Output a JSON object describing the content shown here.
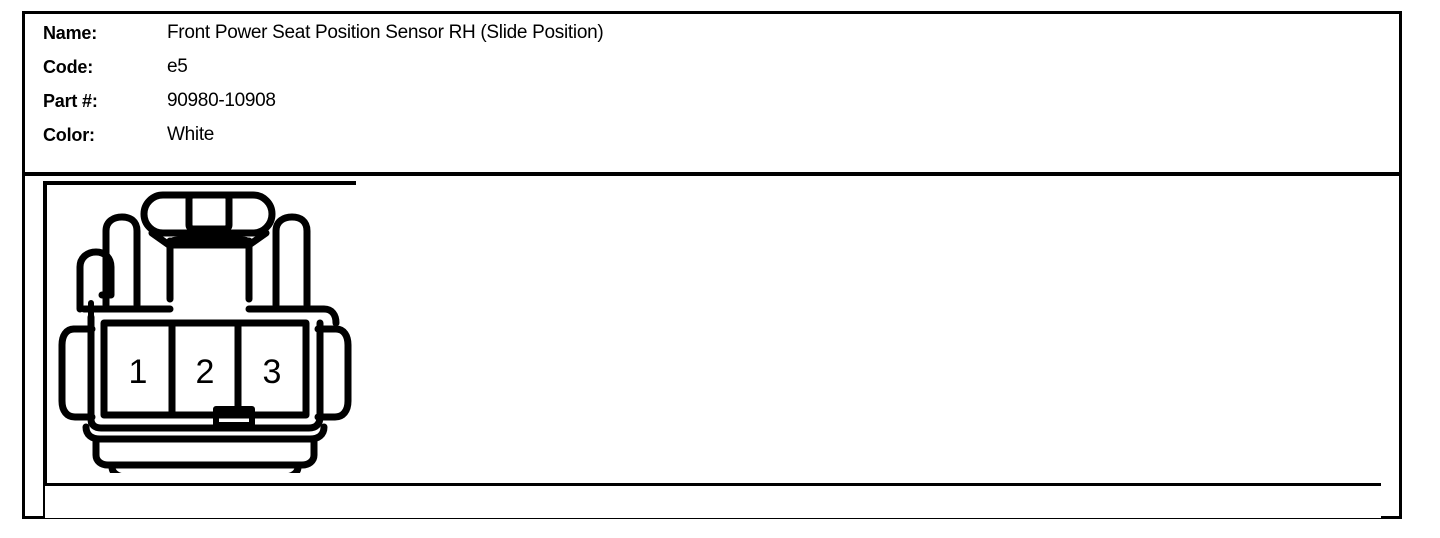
{
  "header": {
    "rows": [
      {
        "label": "Name:",
        "value": "Front Power Seat Position Sensor RH (Slide Position)"
      },
      {
        "label": "Code:",
        "value": "e5"
      },
      {
        "label": "Part #:",
        "value": "90980-10908"
      },
      {
        "label": "Color:",
        "value": "White"
      }
    ]
  },
  "diagram": {
    "kind": "electrical-connector-face-view",
    "cavity_count": 3,
    "pins": [
      {
        "number": "1"
      },
      {
        "number": "2"
      },
      {
        "number": "3"
      }
    ],
    "features": [
      "top-locking-tab",
      "left-latch-arm",
      "left-side-wing",
      "right-side-wing",
      "two-guide-posts",
      "polarizing-notch",
      "skirted-base"
    ]
  },
  "colors": {
    "ink": "#000000",
    "paper": "#ffffff"
  }
}
